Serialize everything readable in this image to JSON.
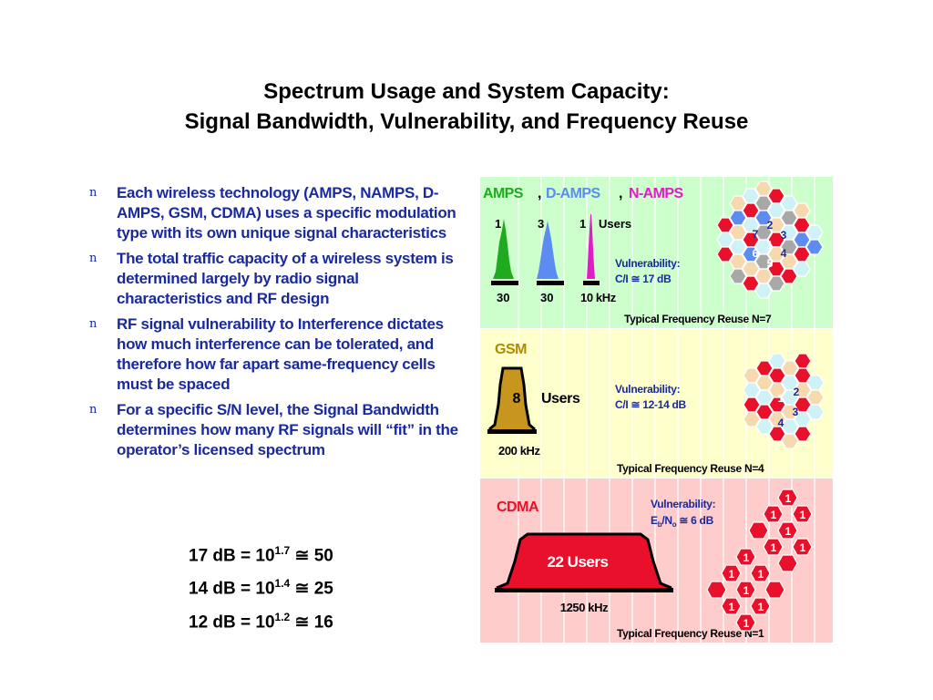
{
  "title": {
    "line1": "Spectrum Usage and System Capacity:",
    "line2": "Signal Bandwidth, Vulnerability, and Frequency Reuse"
  },
  "bullets": [
    {
      "marker": "n",
      "text": "Each wireless technology (AMPS, NAMPS, D-AMPS, GSM, CDMA) uses a specific modulation type with its own unique signal characteristics"
    },
    {
      "marker": "n",
      "text": "The total traffic capacity of a wireless system is determined largely by radio signal characteristics and RF design"
    },
    {
      "marker": "n",
      "text": "RF signal vulnerability to Interference dictates how much interference can be tolerated, and therefore how far apart same-frequency cells must be spaced"
    },
    {
      "marker": "n",
      "text": "For a specific S/N level, the Signal Bandwidth determines how many RF signals will “fit” in the operator’s licensed spectrum"
    }
  ],
  "equations": [
    {
      "lhs": "17 dB = 10",
      "exp": "1.7",
      "rhs": " ≅ 50"
    },
    {
      "lhs": "14 dB = 10",
      "exp": "1.4",
      "rhs": " ≅ 25"
    },
    {
      "lhs": "12 dB = 10",
      "exp": "1.2",
      "rhs": " ≅ 16"
    }
  ],
  "amps": {
    "name_amps": "AMPS",
    "sep1": ",",
    "name_damps": "D-AMPS",
    "sep2": ",",
    "name_namps": "N-AMPS",
    "users": [
      "1",
      "3",
      "1"
    ],
    "users_label": "Users",
    "bandwidths": [
      "30",
      "30",
      "10 kHz"
    ],
    "vuln_label": "Vulnerability:",
    "vuln_value": "C/I ≅ 17 dB",
    "reuse": "Typical Frequency Reuse N=7",
    "cell_numbers": [
      "2",
      "7",
      "3",
      "6",
      "1",
      "4",
      "5"
    ],
    "colors": {
      "bg": "#ccffcc",
      "amps": "#1faa1f",
      "damps": "#5c8cf0",
      "namps": "#e01ec8"
    }
  },
  "gsm": {
    "name": "GSM",
    "users_count": "8",
    "users_label": "Users",
    "bandwidth": "200 kHz",
    "vuln_label": "Vulnerability:",
    "vuln_value": "C/I ≅ 12-14 dB",
    "reuse": "Typical Frequency Reuse N=4",
    "cell_numbers": [
      "1",
      "2",
      "3",
      "4"
    ],
    "colors": {
      "bg": "#ffffcc",
      "signal": "#c8961e",
      "title": "#b08a00"
    }
  },
  "cdma": {
    "name": "CDMA",
    "users": "22 Users",
    "bandwidth": "1250 kHz",
    "vuln_label": "Vulnerability:",
    "vuln_value_pre": "E",
    "vuln_sub1": "b",
    "vuln_mid": "/N",
    "vuln_sub2": "o",
    "vuln_value_post": " ≅ 6 dB",
    "reuse": "Typical Frequency Reuse N=1",
    "cell_number": "1",
    "colors": {
      "bg": "#ffcccc",
      "signal": "#e8102a",
      "title": "#e8102a"
    }
  },
  "palette": {
    "title_blue": "#1a2a9c",
    "cell_red": "#e8102a",
    "cell_peach": "#f7d9b0",
    "cell_gray": "#a8a8a8",
    "cell_cyan": "#cff2f7"
  }
}
